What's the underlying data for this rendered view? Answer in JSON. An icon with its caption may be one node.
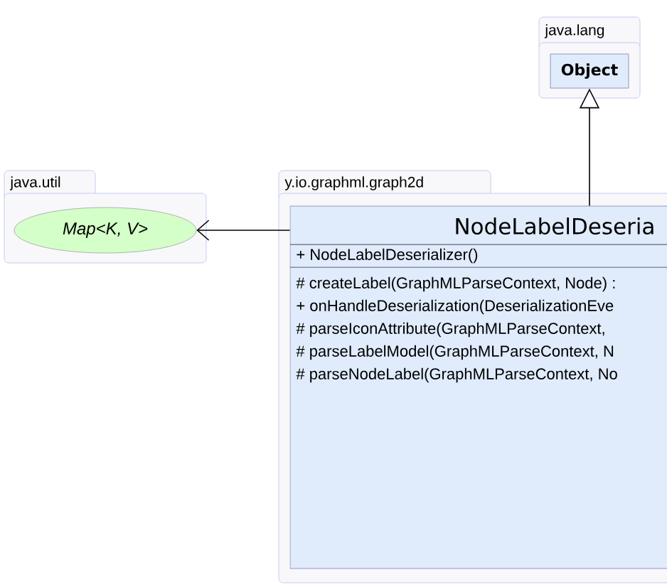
{
  "diagram": {
    "nodes": [
      {
        "text": [
          "java.lang"
        ]
      },
      {
        "text": [
          "Object"
        ],
        "in": 0
      },
      {
        "text": [
          "java.util"
        ]
      },
      {
        "text": [
          "Map<K, V>"
        ],
        "in": 2
      },
      {
        "text": [
          "y.io.graphml.graph2d"
        ]
      },
      {
        "text": [
          "NodeLabelDeseria",
          "+ NodeLabelDeserializer()",
          "# createLabel(GraphMLParseContext, Node) :",
          "+ onHandleDeserialization(DeserializationEve",
          "# parseIconAttribute(GraphMLParseContext,",
          "# parseLabelModel(GraphMLParseContext, N",
          "# parseNodeLabel(GraphMLParseContext, No"
        ],
        "in": 4
      }
    ],
    "edges": [
      {
        "from": 5,
        "to": 1,
        "arrow": "to"
      },
      {
        "from": 5,
        "to": 3,
        "arrow": "to"
      }
    ]
  }
}
